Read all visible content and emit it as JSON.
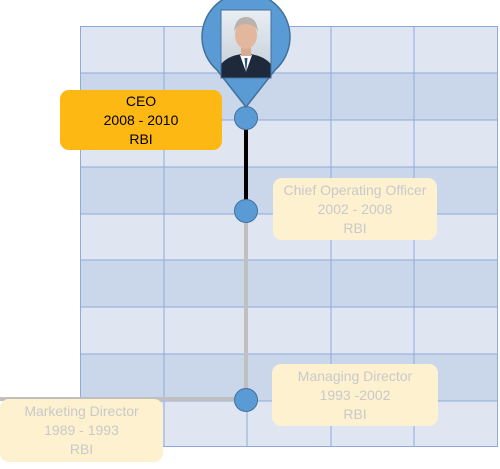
{
  "colors": {
    "grid_light": "#dfe6f2",
    "grid_dark": "#cad6ea",
    "grid_line": "#8eaadb",
    "node_fill": "#5b9bd5",
    "card_active": "#fdb813",
    "card_faded": "#fdf1d0",
    "text_faded": "#c9c9c9",
    "path_active": "#000000",
    "path_history": "#c0c0c0"
  },
  "profile": {
    "photo_icon": "person-photo"
  },
  "career": [
    {
      "title": "CEO",
      "years": "2008 - 2010",
      "company": "RBI",
      "state": "current"
    },
    {
      "title": "Chief Operating Officer",
      "years": "2002 - 2008",
      "company": "RBI",
      "state": "past"
    },
    {
      "title": "Managing Director",
      "years": "1993 -2002",
      "company": "RBI",
      "state": "past"
    },
    {
      "title": "Marketing Director",
      "years": "1989 - 1993",
      "company": "RBI",
      "state": "past"
    }
  ]
}
